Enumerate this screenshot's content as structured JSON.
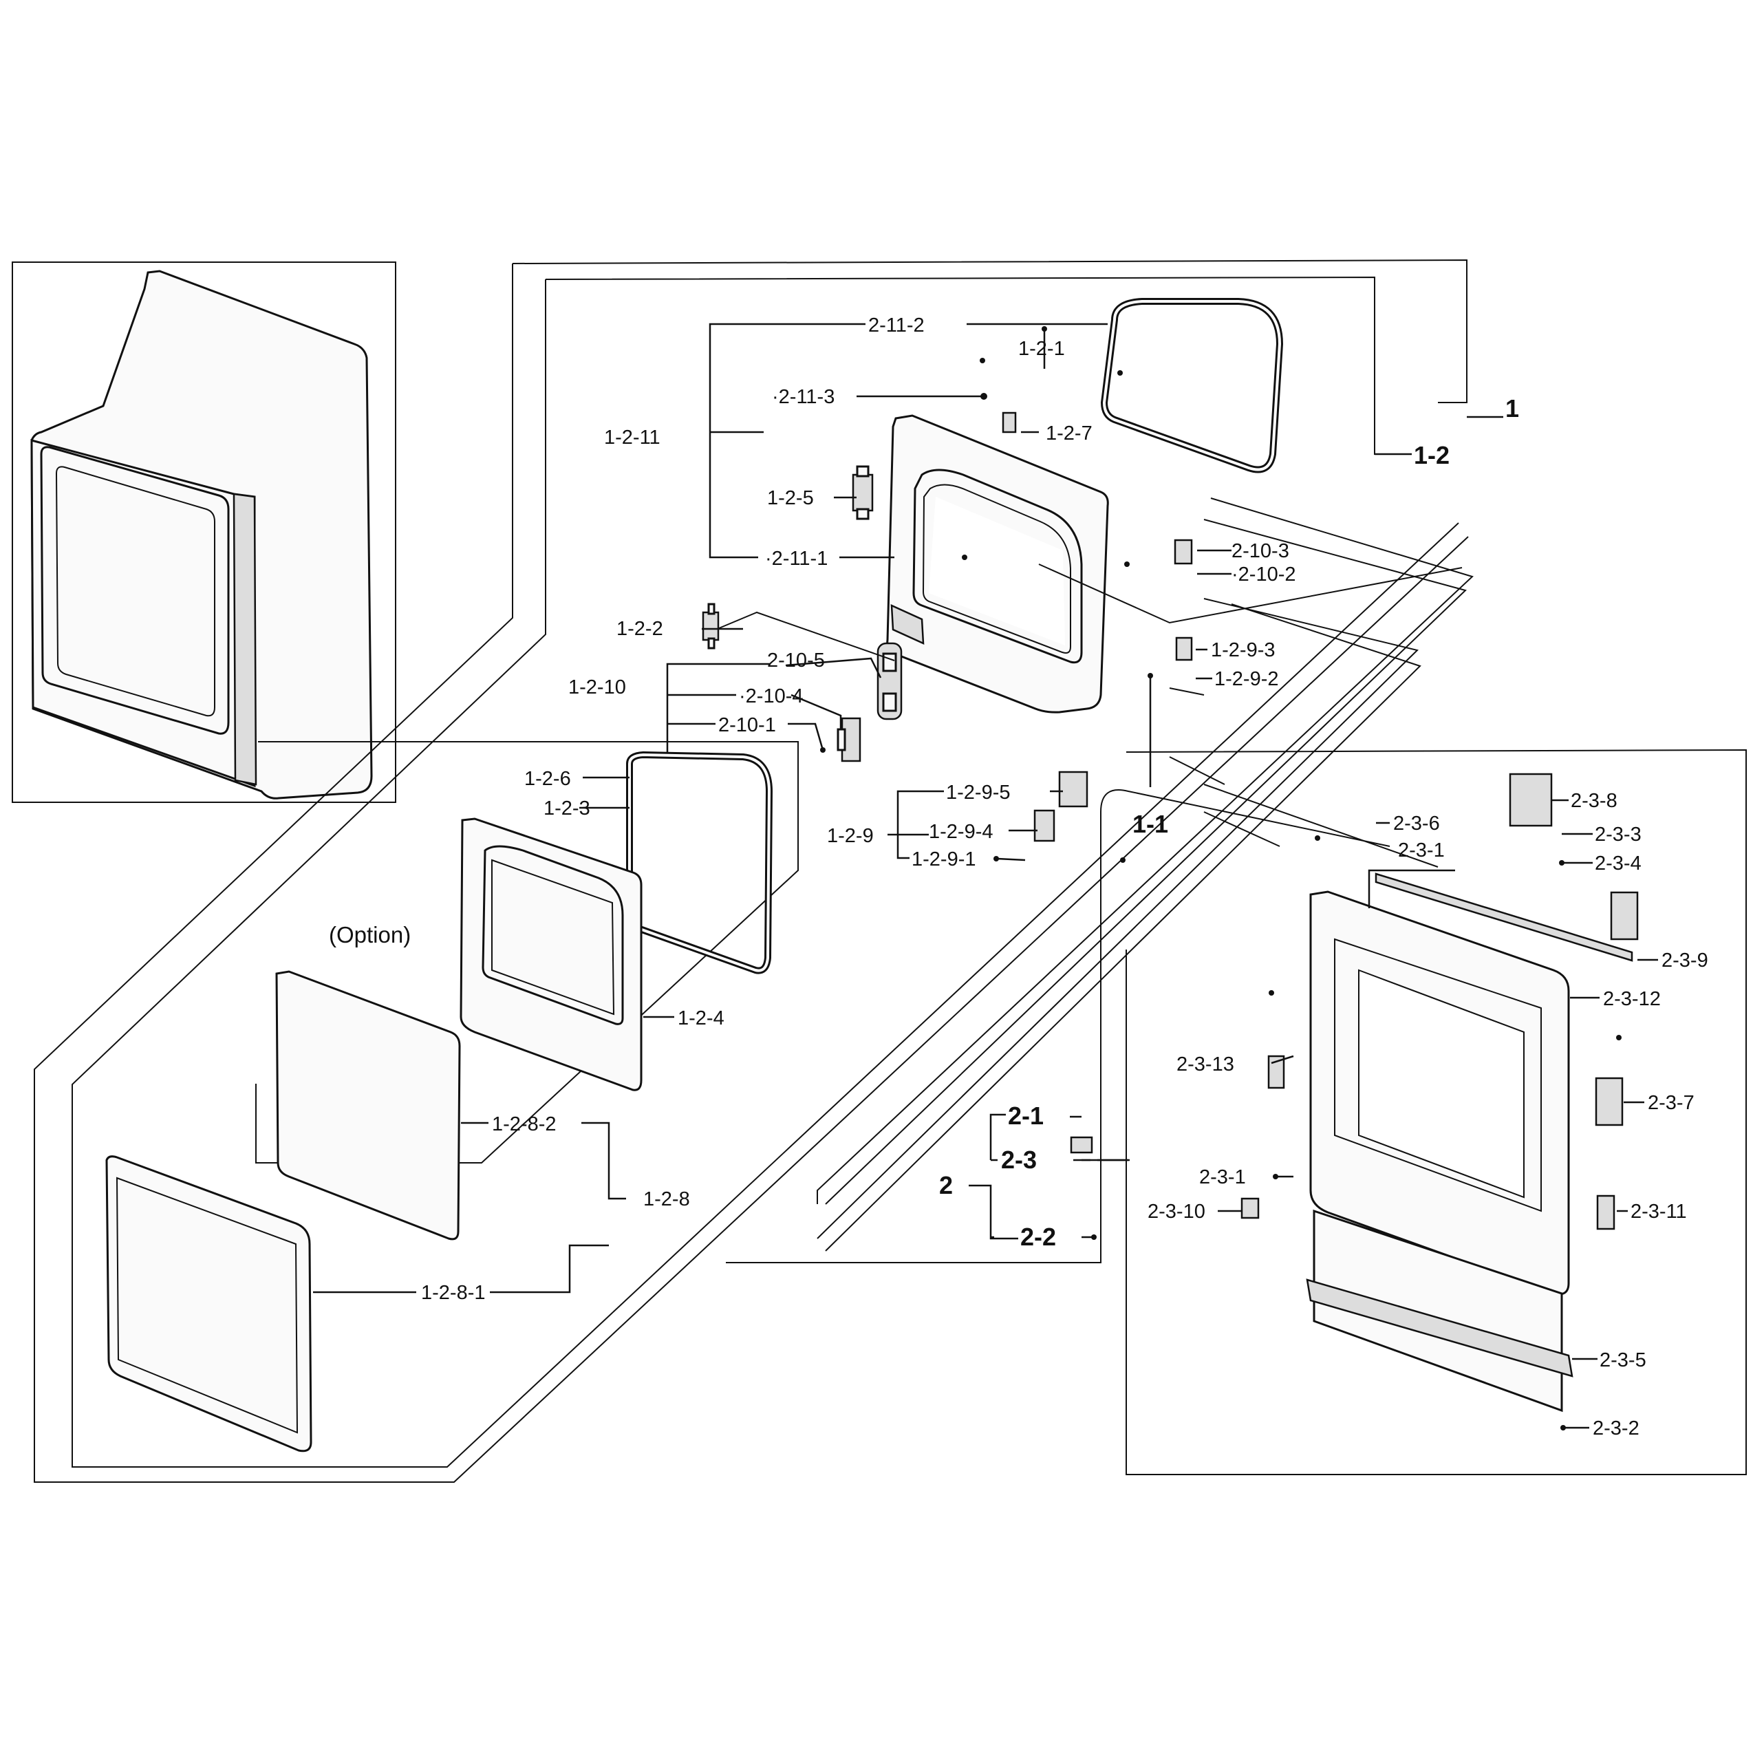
{
  "labels": {
    "l_2_11_2": "2-11-2",
    "l_1_2_1": "1-2-1",
    "l_2_11_3": "·2-11-3",
    "l_1_2_7": "1-2-7",
    "l_1_2_11": "1-2-11",
    "l_1": "1",
    "l_1_2": "1-2",
    "l_1_2_5": "1-2-5",
    "l_2_11_1": "·2-11-1",
    "l_2_10_3": "2-10-3",
    "l_2_10_2": "·2-10-2",
    "l_1_2_2": "1-2-2",
    "l_2_10_5": "2-10-5",
    "l_1_2_10": "1-2-10",
    "l_2_10_4": "·2-10-4",
    "l_2_10_1": "2-10-1",
    "l_1_2_9_3": "1-2-9-3",
    "l_1_2_9_2": "1-2-9-2",
    "l_1_2_6": "1-2-6",
    "l_1_2_3": "1-2-3",
    "l_1_2_9_5": "1-2-9-5",
    "l_1_2_9": "1-2-9",
    "l_1_2_9_4": "1-2-9-4",
    "l_1_2_9_1": "1-2-9-1",
    "l_1_1": "1-1",
    "l_option": "(Option)",
    "l_1_2_4": "1-2-4",
    "l_2_3_8": "2-3-8",
    "l_2_3_6": "2-3-6",
    "l_2_3_1_top": "2-3-1",
    "l_2_3_3": "2-3-3",
    "l_2_3_4": "2-3-4",
    "l_2_3_9": "2-3-9",
    "l_2_3_12": "2-3-12",
    "l_2_3_13": "2-3-13",
    "l_2_3_7": "2-3-7",
    "l_1_2_8_2": "1-2-8-2",
    "l_2_1": "2-1",
    "l_2_3": "2-3",
    "l_2": "2",
    "l_1_2_8": "1-2-8",
    "l_2_3_1_bot": "2-3-1",
    "l_2_3_10": "2-3-10",
    "l_2_3_11": "2-3-11",
    "l_2_2": "2-2",
    "l_1_2_8_1": "1-2-8-1",
    "l_2_3_5": "2-3-5",
    "l_2_3_2": "2-3-2"
  }
}
